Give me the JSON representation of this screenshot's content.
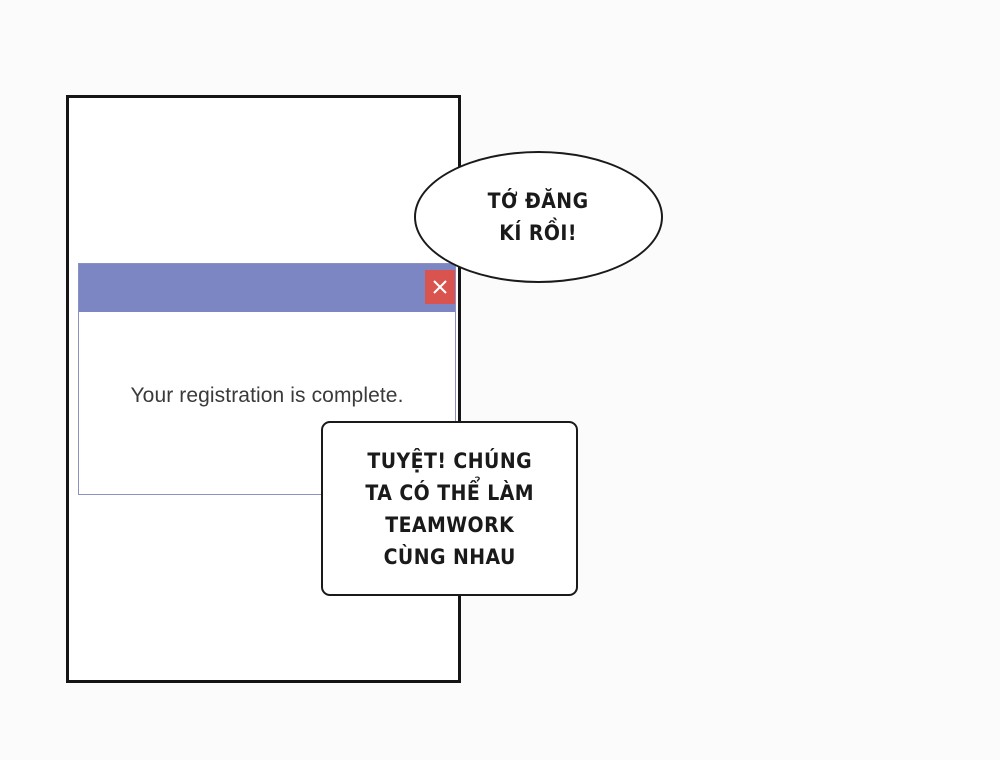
{
  "dialog": {
    "close_icon": "close-icon",
    "message": "Your registration is complete."
  },
  "bubble_1": {
    "text": "TỚ ĐĂNG\nKÍ RỒI!"
  },
  "bubble_2": {
    "text": "TUYỆT! CHÚNG\nTA CÓ THỂ LÀM\nTEAMWORK\nCÙNG NHAU"
  },
  "colors": {
    "titlebar": "#7b86c2",
    "close_button": "#d9534f",
    "border": "#151515"
  }
}
